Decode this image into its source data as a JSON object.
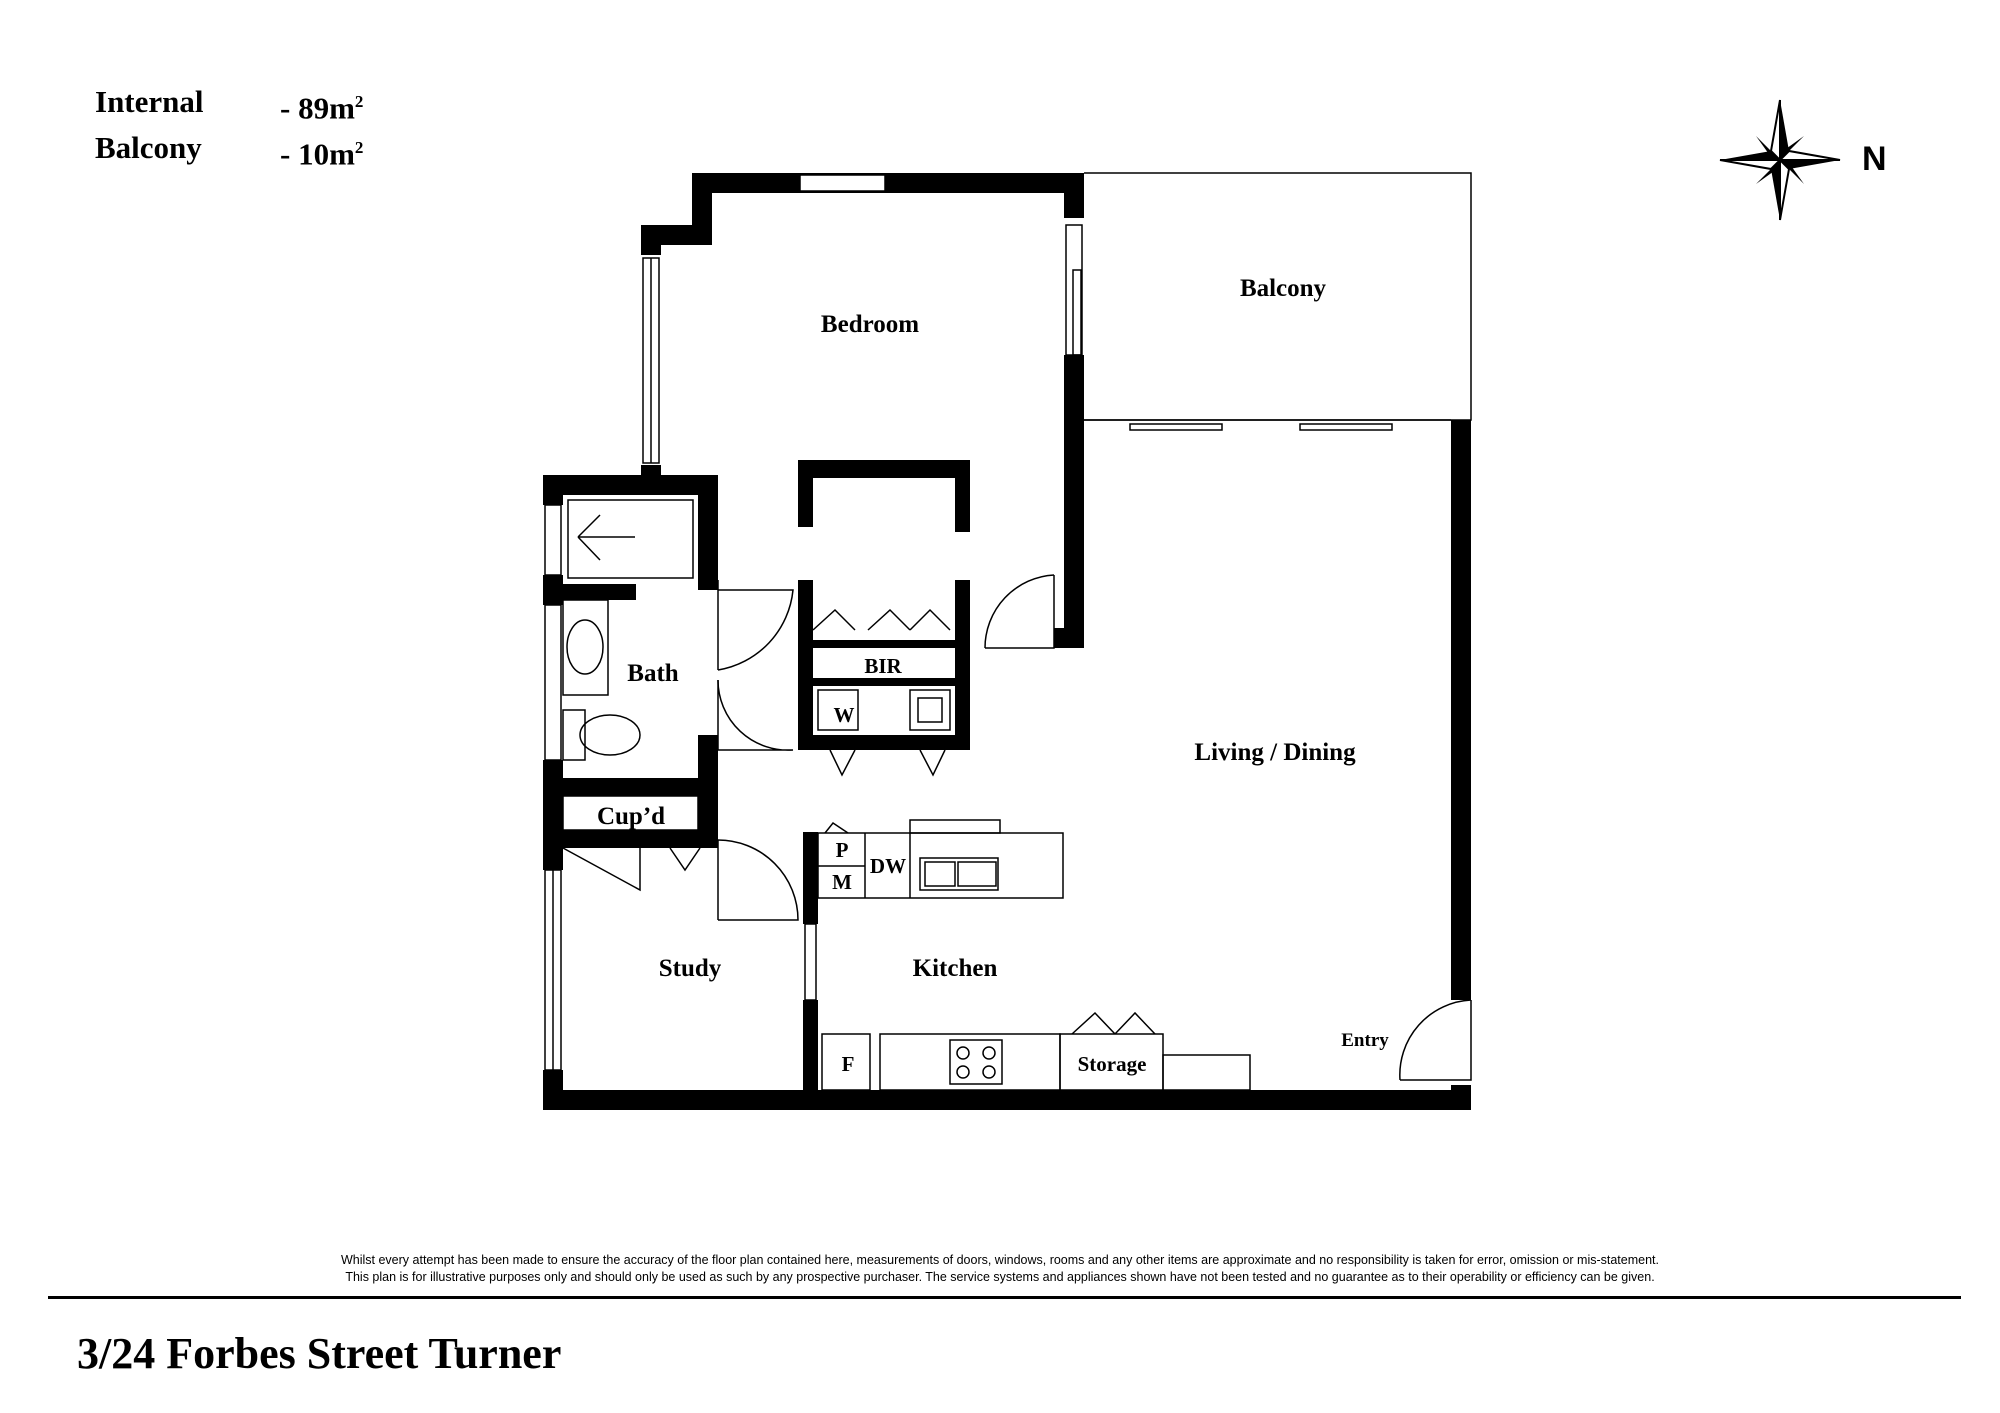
{
  "areas": [
    {
      "label": "Internal",
      "value": "- 89m",
      "unit_sup": "2"
    },
    {
      "label": "Balcony",
      "value": "- 10m",
      "unit_sup": "2"
    }
  ],
  "compass": {
    "label": "N",
    "icon": "compass-rose-icon"
  },
  "rooms": {
    "bedroom": "Bedroom",
    "balcony": "Balcony",
    "bath": "Bath",
    "bir": "BIR",
    "w": "W",
    "living_dining": "Living / Dining",
    "cupd": "Cup’d",
    "p": "P",
    "m": "M",
    "dw": "DW",
    "study": "Study",
    "kitchen": "Kitchen",
    "f": "F",
    "storage": "Storage",
    "entry": "Entry"
  },
  "disclaimer": {
    "line1": "Whilst every attempt has been made to ensure the accuracy of the floor plan contained here, measurements of doors, windows, rooms and any other items are approximate and no responsibility is taken for error, omission  or mis-statement.",
    "line2": "This plan is for illustrative purposes only and should only be used as such by any prospective purchaser. The service systems and appliances shown have not been tested and no guarantee as to their operability or efficiency can be given."
  },
  "address": "3/24 Forbes Street Turner",
  "colors": {
    "wall": "#000000",
    "background": "#ffffff"
  }
}
